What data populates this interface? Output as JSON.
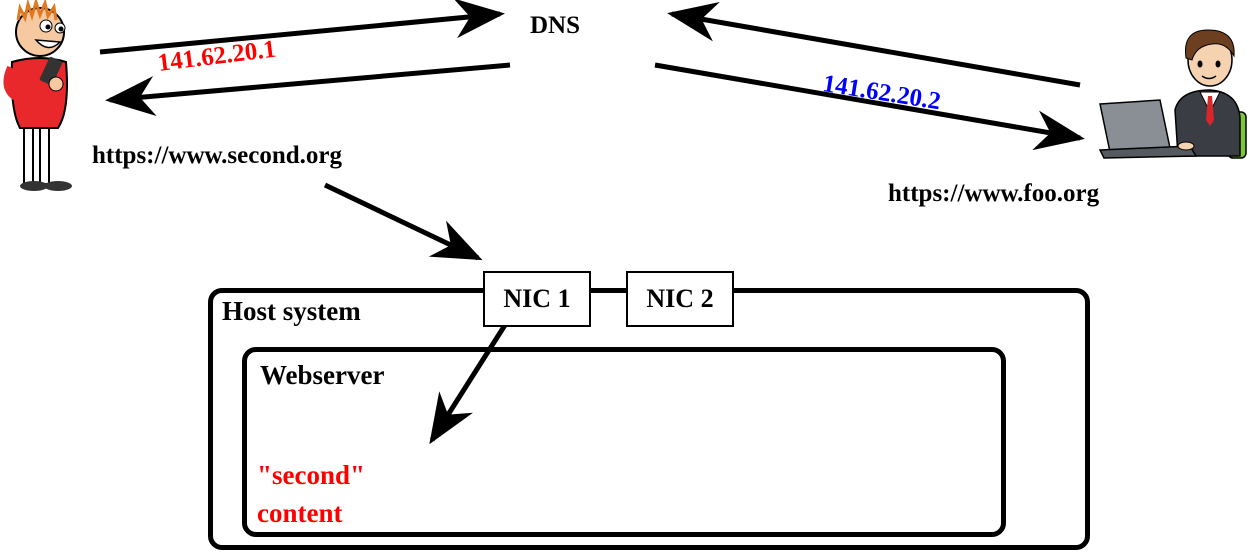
{
  "dns": {
    "label": "DNS"
  },
  "client_left": {
    "url": "https://www.second.org",
    "resolved_ip": "141.62.20.1",
    "ip_color": "#ff0000"
  },
  "client_right": {
    "url": "https://www.foo.org",
    "resolved_ip": "141.62.20.2",
    "ip_color": "#0000ff"
  },
  "host": {
    "title": "Host system",
    "nics": [
      "NIC 1",
      "NIC 2"
    ],
    "webserver": {
      "title": "Webserver",
      "content_line1": "\"second\"",
      "content_line2": "content",
      "content_color": "#ff0000"
    }
  }
}
